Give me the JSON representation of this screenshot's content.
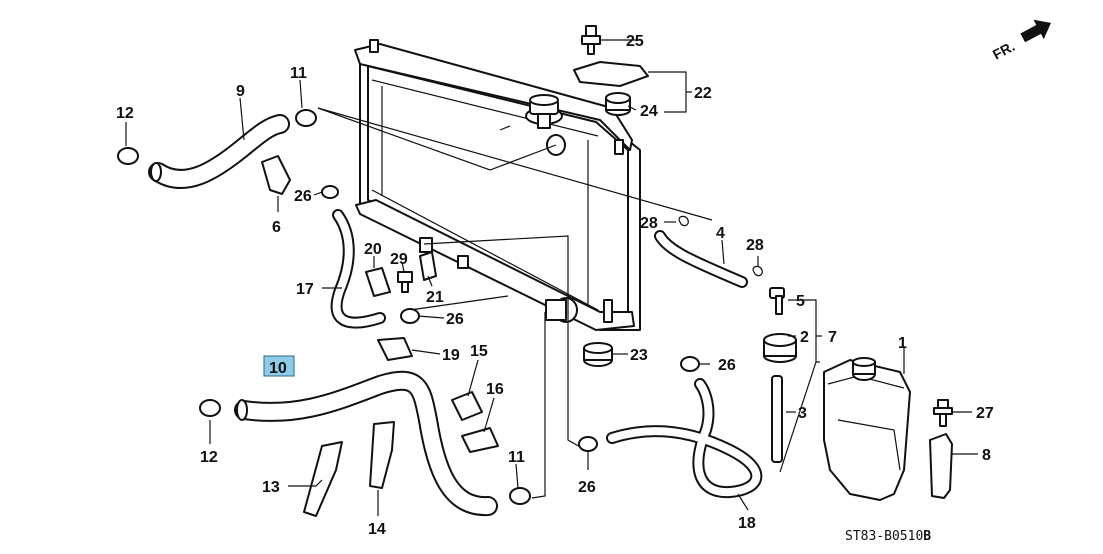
{
  "diagram": {
    "direction_label": "FR.",
    "diagram_code": "ST83-B0510",
    "diagram_code_suffix": "B",
    "highlight_color": "#8ecbe6",
    "callouts": {
      "p1": "1",
      "p2": "2",
      "p3": "3",
      "p4": "4",
      "p5": "5",
      "p6": "6",
      "p7": "7",
      "p8": "8",
      "p9": "9",
      "p10": "10",
      "p11a": "11",
      "p11b": "11",
      "p12a": "12",
      "p12b": "12",
      "p13": "13",
      "p14": "14",
      "p15": "15",
      "p16": "16",
      "p17": "17",
      "p18": "18",
      "p19": "19",
      "p20": "20",
      "p21": "21",
      "p22": "22",
      "p23": "23",
      "p24": "24",
      "p25": "25",
      "p26a": "26",
      "p26b": "26",
      "p26c": "26",
      "p26d": "26",
      "p27": "27",
      "p28a": "28",
      "p28b": "28",
      "p29": "29"
    },
    "highlighted_part": "10"
  }
}
